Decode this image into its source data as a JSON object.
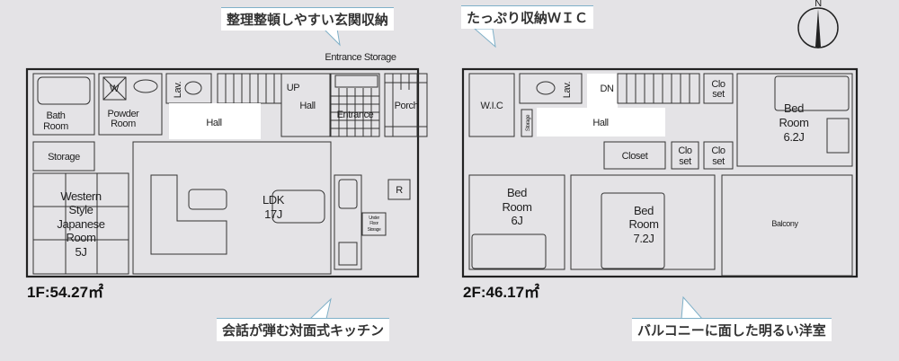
{
  "callouts": {
    "entrance_storage": "整理整頓しやすい玄関収納",
    "wic": "たっぷり収納ＷＩＣ",
    "kitchen": "会話が弾む対面式キッチン",
    "bedroom": "バルコニーに面した明るい洋室"
  },
  "compass": {
    "label": "N"
  },
  "floor1": {
    "area": "1F:54.27㎡",
    "rooms": {
      "entrance_storage": "Entrance Storage",
      "bath": [
        "Bath",
        "Room"
      ],
      "powder": [
        "Powder",
        "Room"
      ],
      "washer": "W",
      "lav": "Lav.",
      "up": "UP",
      "hall_upper": "Hall",
      "hall": "Hall",
      "entrance": "Entrance",
      "porch": "Porch",
      "storage": "Storage",
      "japanese": [
        "Western",
        "Style",
        "Japanese",
        "Room",
        "5J"
      ],
      "ldk": [
        "LDK",
        "17J"
      ],
      "refrigerator": "R",
      "under_floor": [
        "Under",
        "Floor",
        "Storage"
      ]
    }
  },
  "floor2": {
    "area": "2F:46.17㎡",
    "rooms": {
      "wic": "W.I.C",
      "lav": "Lav.",
      "dn": "DN",
      "hall": "Hall",
      "storage": "Storage",
      "closet": "Closet",
      "closet_set": [
        "Clo",
        "set"
      ],
      "bed1": [
        "Bed",
        "Room",
        "6.2J"
      ],
      "bed2": [
        "Bed",
        "Room",
        "6J"
      ],
      "bed3": [
        "Bed",
        "Room",
        "7.2J"
      ],
      "balcony": "Balcony"
    }
  },
  "colors": {
    "storage": "#f6f2d8",
    "wet": "#dcebf6",
    "hall": "#ffffff",
    "floor": "#e6e4e8"
  }
}
